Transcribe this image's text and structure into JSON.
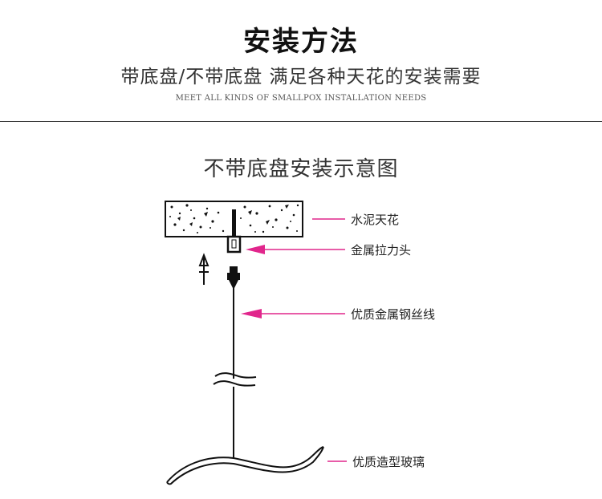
{
  "header": {
    "title": "安装方法",
    "subtitle": "带底盘/不带底盘 满足各种天花的安装需要",
    "subtitle_en": "MEET ALL KINDS OF SMALLPOX INSTALLATION NEEDS"
  },
  "diagram": {
    "title": "不带底盘安装示意图",
    "labels": {
      "ceiling": "水泥天花",
      "anchor": "金属拉力头",
      "wire": "优质金属钢丝线",
      "glass": "优质造型玻璃"
    },
    "colors": {
      "pointer": "#e1268c",
      "line": "#111111"
    }
  }
}
